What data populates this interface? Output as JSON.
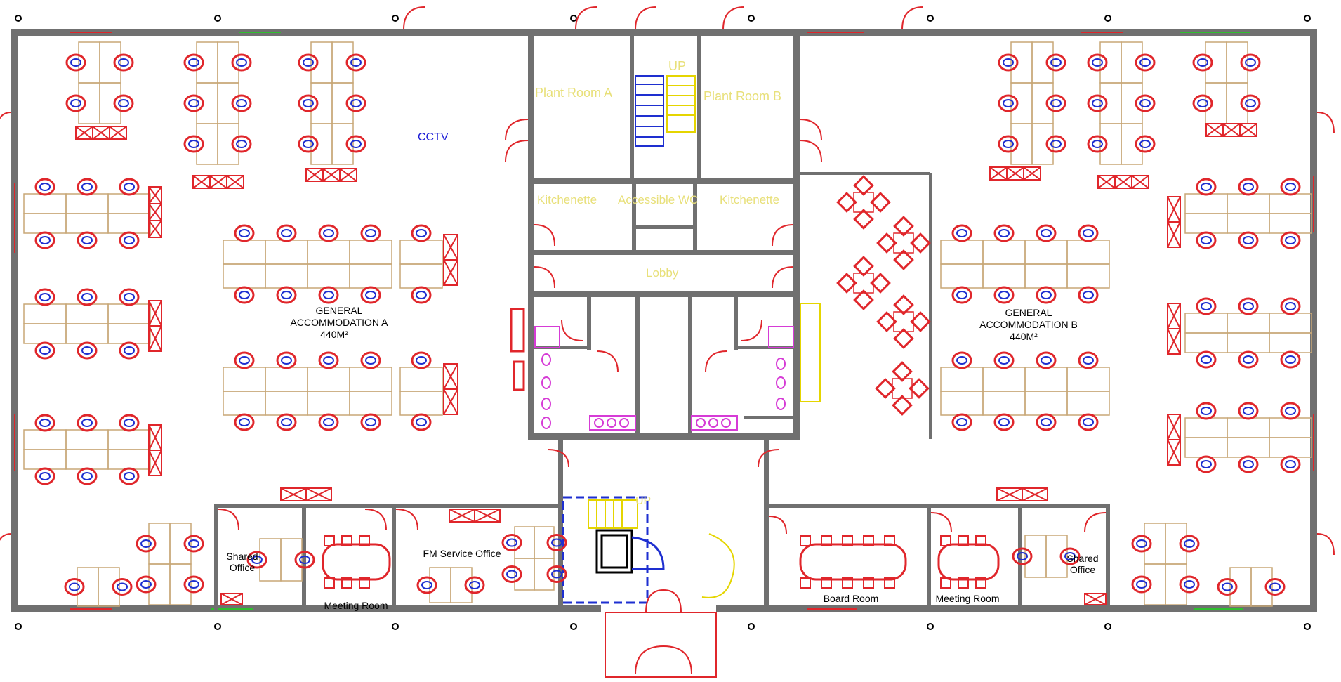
{
  "plan": {
    "areas": {
      "ga_a_line1": "GENERAL",
      "ga_a_line2": "ACCOMMODATION A",
      "ga_a_area": "440M²",
      "ga_b_line1": "GENERAL",
      "ga_b_line2": "ACCOMMODATION B",
      "ga_b_area": "440M²"
    },
    "rooms": {
      "plant_room_a": "Plant Room A",
      "plant_room_b": "Plant Room B",
      "kitchenette_a": "Kitchenette",
      "accessible_wc": "Accessible WC",
      "kitchenette_b": "Kitchenette",
      "lobby": "Lobby",
      "stair_up_top": "UP",
      "stair_up_bottom": "UP",
      "shared_office_a_1": "Shared",
      "shared_office_a_2": "Office",
      "meeting_room_a": "Meeting Room",
      "fm_service_office": "FM Service Office",
      "board_room": "Board Room",
      "meeting_room_b": "Meeting Room",
      "shared_office_b_1": "Shared",
      "shared_office_b_2": "Office"
    },
    "annotations": {
      "cctv": "CCTV"
    },
    "colors": {
      "wall": "#707070",
      "chair": "#e0262b",
      "desk": "#c8a777",
      "door": "#e0262b",
      "window": "#2fbf2f",
      "plant_label": "#e8e07a",
      "cctv": "#1a1ad6",
      "sanitary": "#d63bd6",
      "stair_blue": "#1e2fd0",
      "stair_yellow": "#e5d500"
    }
  }
}
